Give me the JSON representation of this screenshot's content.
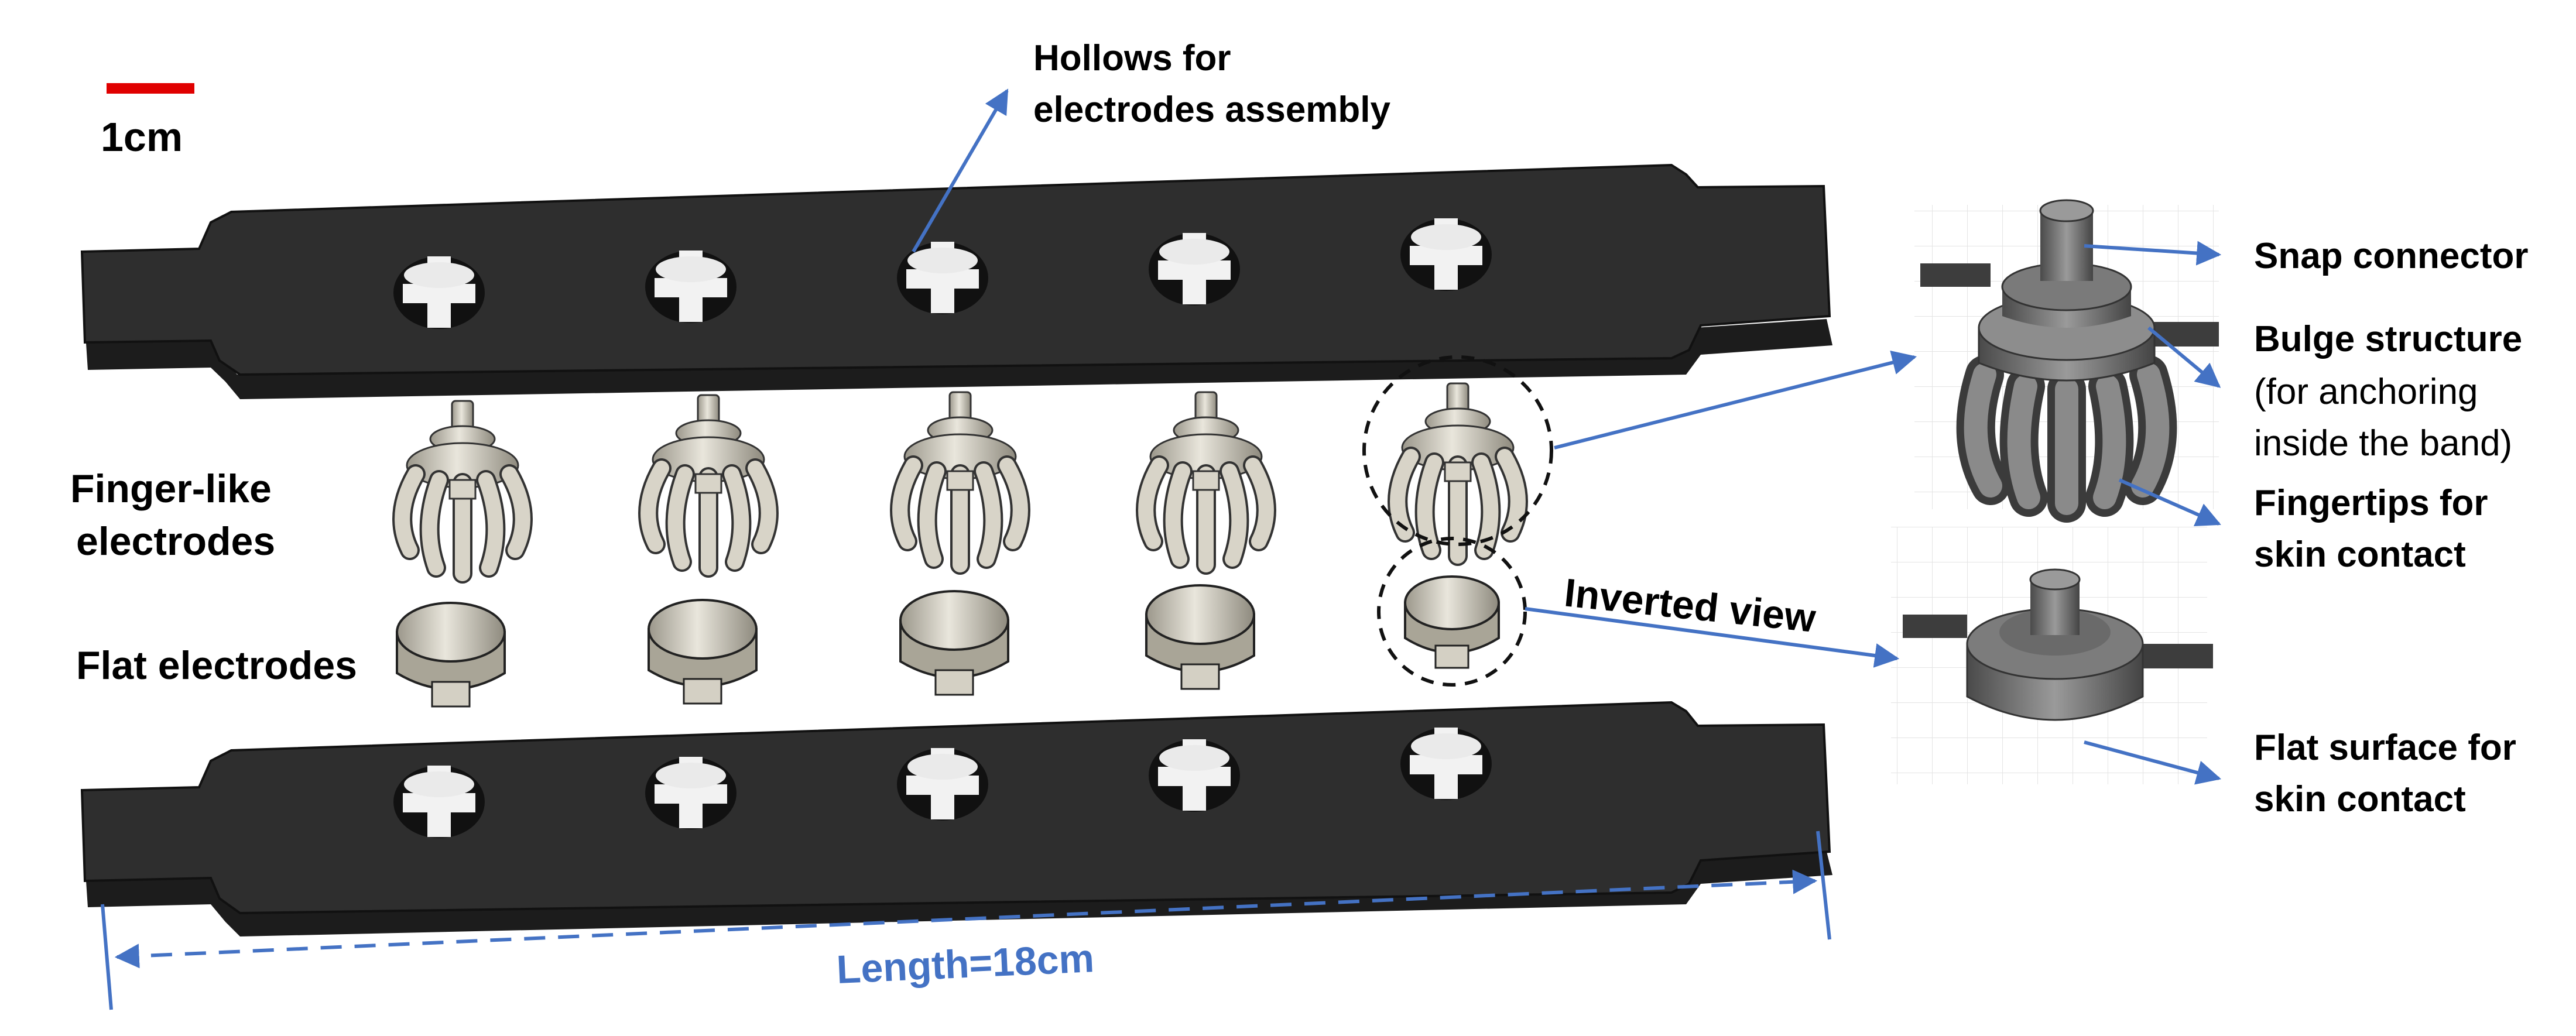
{
  "scale_bar": {
    "label": "1cm",
    "color": "#e00000"
  },
  "labels": {
    "hollows_line1": "Hollows for",
    "hollows_line2": "electrodes assembly",
    "finger_line1": "Finger-like",
    "finger_line2": "electrodes",
    "flat_electrodes": "Flat electrodes",
    "inverted_view": "Inverted view",
    "snap_connector": "Snap connector",
    "bulge_line1": "Bulge structure",
    "bulge_line2": "(for anchoring",
    "bulge_line3": "inside the band)",
    "fingertips_line1": "Fingertips for",
    "fingertips_line2": "skin contact",
    "flatsurf_line1": "Flat surface for",
    "flatsurf_line2": "skin contact",
    "length": "Length=18cm"
  },
  "colors": {
    "arrow": "#4472c4",
    "band": "#2b2b2b",
    "band_edge": "#111111",
    "electrode": "#cfcbbf",
    "electrode_dark": "#8f8a7c",
    "render_grey": "#6e6e6e"
  }
}
